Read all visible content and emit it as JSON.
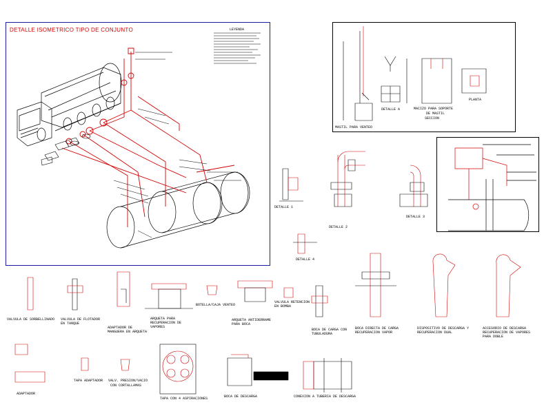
{
  "main_title": "DETALLE ISOMETRICO TIPO DE CONJUNTO",
  "legend_heading": "LEYENDA",
  "mastil": {
    "caption": "MASTIL PARA VENTEO",
    "detail_a": "DETALLE A",
    "macizo": [
      "MACIZO PARA SOPORTE",
      "DE MASTIL",
      "SECCION"
    ],
    "planta": "PLANTA"
  },
  "details": {
    "detalle_1": "DETALLE 1",
    "detalle_2": "DETALLE 2",
    "detalle_3": "DETALLE 3",
    "detalle_4": "DETALLE 4"
  },
  "components": [
    "VALVULA DE SORBELLINADO",
    "VALVULA DE FLOTADOR EN TANQUE",
    "ADAPTADOR DE MANGUERA EN ARQUETA",
    "ARQUETA PARA RECUPERACION DE VAPORES",
    "BOTELLA/CAJA VENTEO",
    "ARQUETA ANTIDERRAME PARA BOCA",
    "VALVULA RETENCION EN BOMBA",
    "BOCA DE CARGA CON TUBULADURA",
    "BOCA DIRECTA DE CARGA RECUPERACION VAPOR",
    "DISPOSITIVO DE DESCARGA Y RECUPERACION DUAL",
    "ACCESORIO DE DESCARGA RECUPERACION DE VAPORES PARA DOBLE"
  ],
  "bottom": {
    "adaptador": "ADAPTADOR",
    "tapa_adaptador": "TAPA ADAPTADOR",
    "valv_presion": [
      "VALV. PRESION/VACIO",
      "CON CORTALLAMAS"
    ],
    "tapa_aspiraciones": "TAPA CON 4 ASPIRACIONES",
    "boca_descarga": "BOCA DE DESCARGA",
    "conexion": "CONEXION A TUBERIA DE DESCARGA"
  },
  "colors": {
    "line": "#000000",
    "accent": "#d40000",
    "frame": "#1a1aa0"
  }
}
